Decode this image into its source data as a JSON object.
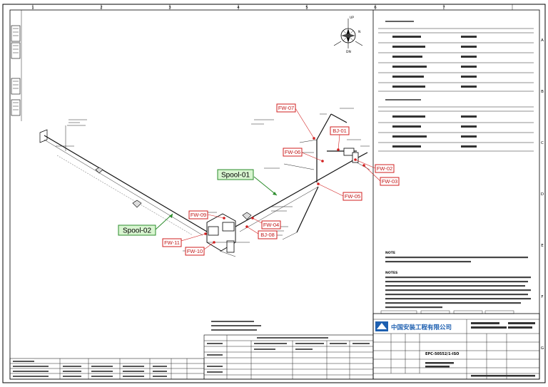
{
  "grid": {
    "columns": [
      "1",
      "2",
      "3",
      "4",
      "5",
      "6",
      "7"
    ],
    "rows": [
      "A",
      "B",
      "C",
      "D",
      "E",
      "F",
      "G"
    ]
  },
  "north_arrow": {
    "up": "UP",
    "north": "N",
    "down": "DN"
  },
  "spools": [
    {
      "id": "spool-01",
      "label": "Spool-01"
    },
    {
      "id": "spool-02",
      "label": "Spool-02"
    }
  ],
  "welds": [
    {
      "id": "fw-07",
      "label": "FW-07"
    },
    {
      "id": "bj-01",
      "label": "BJ-01"
    },
    {
      "id": "fw-06",
      "label": "FW-06"
    },
    {
      "id": "fw-02",
      "label": "FW-02"
    },
    {
      "id": "fw-03",
      "label": "FW-03"
    },
    {
      "id": "fw-05",
      "label": "FW-05"
    },
    {
      "id": "fw-09",
      "label": "FW-09"
    },
    {
      "id": "fw-04",
      "label": "FW-04"
    },
    {
      "id": "bj-08",
      "label": "BJ-08"
    },
    {
      "id": "fw-11",
      "label": "FW-11"
    },
    {
      "id": "fw-10",
      "label": "FW-10"
    }
  ],
  "notes": {
    "heading_1": "NOTE",
    "heading_2": "NOTES"
  },
  "title_block": {
    "company": "中国安装工程有限公司",
    "sheet_ref": "EPC-50552/1-ISO"
  },
  "colors": {
    "weld_label": "#c01818",
    "spool_label_bg": "#d8f5d0",
    "spool_label_border": "#2c8c2c",
    "logo_blue": "#1d5fb0"
  }
}
